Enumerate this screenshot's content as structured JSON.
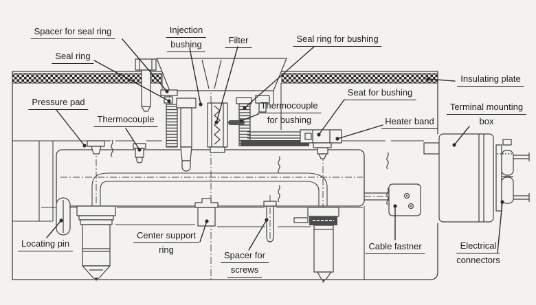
{
  "colors": {
    "background": "#f3f2ef",
    "linework": "#3f3f3f",
    "label_text": "#1d1d1d",
    "heater_band_fill": "#4c4c4c"
  },
  "labels": {
    "spacer_for_seal_ring": {
      "lines": [
        "Spacer for seal ring"
      ]
    },
    "seal_ring": {
      "lines": [
        "Seal ring"
      ]
    },
    "injection_bushing": {
      "lines": [
        "Injection",
        "bushing"
      ]
    },
    "filter": {
      "lines": [
        "Filter"
      ]
    },
    "seal_ring_for_bushing": {
      "lines": [
        "Seal ring for bushing"
      ]
    },
    "insulating_plate": {
      "lines": [
        "Insulating plate"
      ]
    },
    "pressure_pad": {
      "lines": [
        "Pressure pad"
      ]
    },
    "thermocouple": {
      "lines": [
        "Thermocouple"
      ]
    },
    "thermocouple_for_bushing": {
      "lines": [
        "Thermocouple",
        "for bushing"
      ]
    },
    "seat_for_bushing": {
      "lines": [
        "Seat for bushing"
      ]
    },
    "heater_band": {
      "lines": [
        "Heater band"
      ]
    },
    "terminal_mounting_box": {
      "lines": [
        "Terminal mounting",
        "box"
      ]
    },
    "locating_pin": {
      "lines": [
        "Locating pin"
      ]
    },
    "center_support_ring": {
      "lines": [
        "Center support",
        "ring"
      ]
    },
    "spacer_for_screws": {
      "lines": [
        "Spacer for",
        "screws"
      ]
    },
    "cable_fastner": {
      "lines": [
        "Cable fastner"
      ]
    },
    "electrical_connectors": {
      "lines": [
        "Electrical",
        "connectors"
      ]
    }
  }
}
